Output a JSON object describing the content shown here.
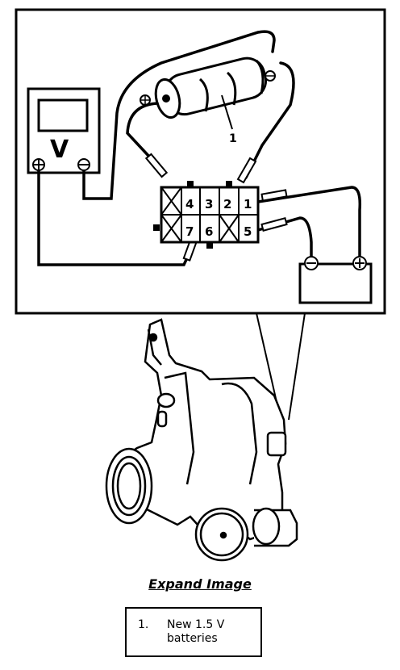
{
  "diagram": {
    "meter_label": "V",
    "terminals": [
      "4",
      "3",
      "2",
      "1",
      "7",
      "6",
      "5"
    ],
    "callout_number": "1",
    "plus_symbol": "⊕",
    "minus_symbol": "⊖"
  },
  "expand_link": "Expand Image",
  "legend": {
    "items": [
      {
        "number": "1.",
        "text": "New 1.5 V batteries"
      }
    ]
  }
}
